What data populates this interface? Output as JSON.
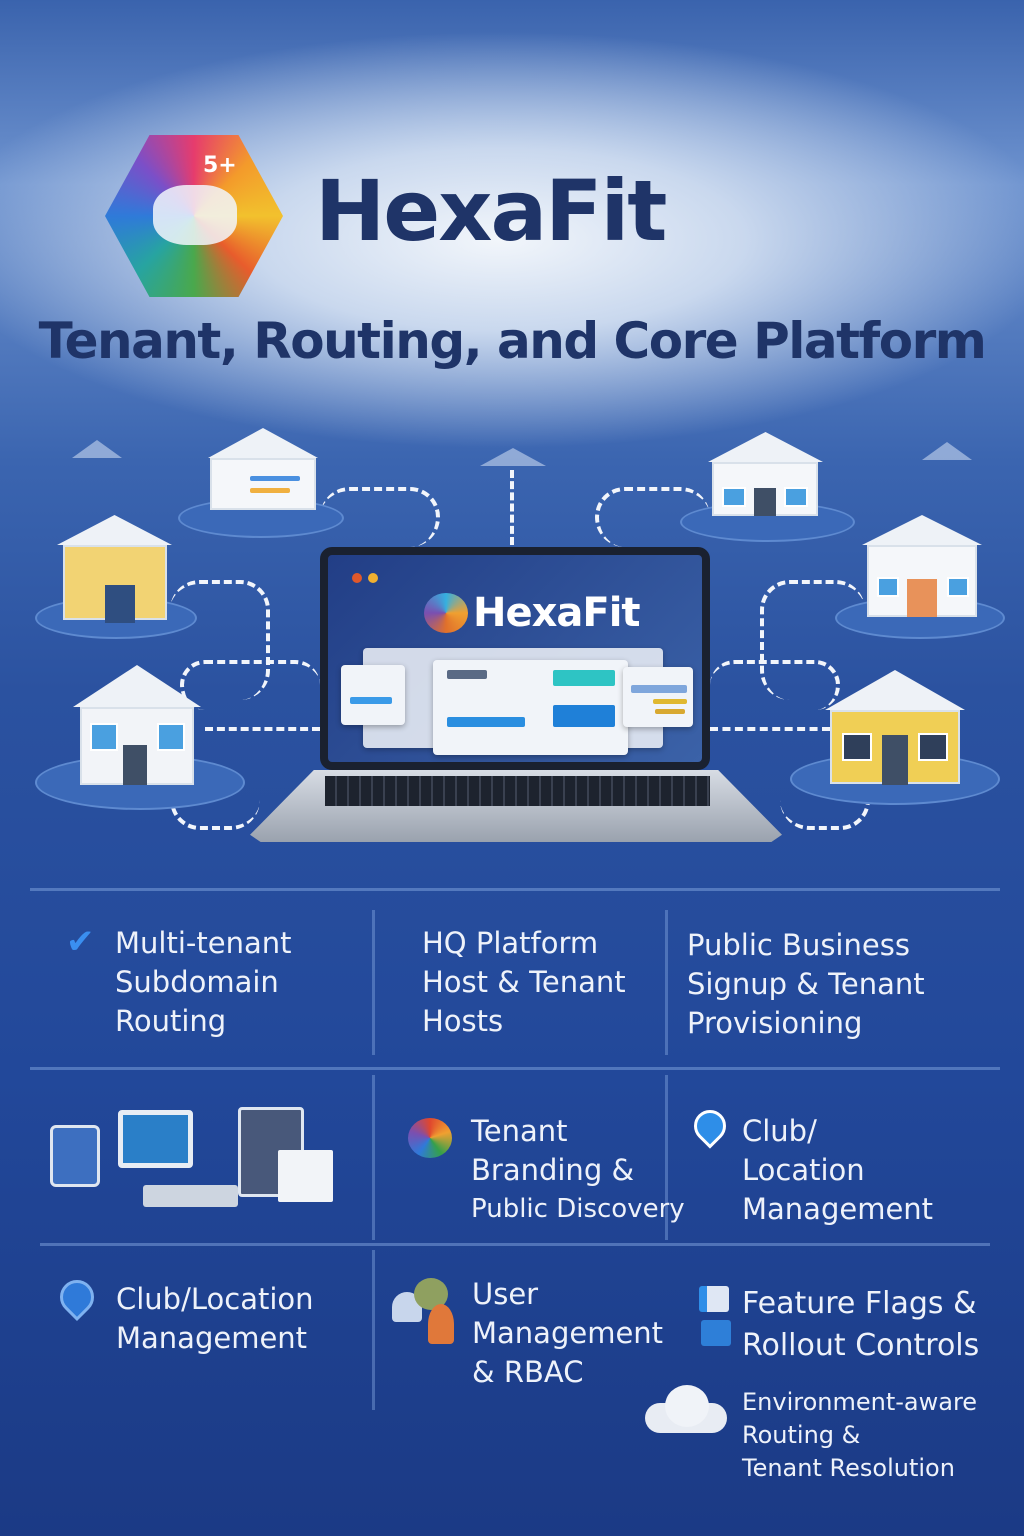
{
  "brand": {
    "name": "HexaFit",
    "logo_text": "5+"
  },
  "header": {
    "subtitle": "Tenant, Routing, and Core Platform"
  },
  "laptop": {
    "screen_title": "HexaFit"
  },
  "colors": {
    "title": "#1f3468",
    "background": "#22489a",
    "text": "#eef2fa",
    "check": "#3a8ff0"
  },
  "features": {
    "row1": [
      {
        "icon": "check-icon",
        "lines": [
          "Multi-tenant",
          "Subdomain",
          "Routing"
        ]
      },
      {
        "lines": [
          "HQ Platform",
          "Host & Tenant",
          "Hosts"
        ]
      },
      {
        "lines": [
          "Public Business",
          "Signup & Tenant",
          "Provisioning"
        ]
      }
    ],
    "row2": [
      {
        "icon": "devices-illustration"
      },
      {
        "icon": "palette-icon",
        "lines": [
          "Tenant",
          "Branding &",
          "Public Discovery"
        ]
      },
      {
        "icon": "location-pin-plus-icon",
        "lines": [
          "Club/",
          "Location",
          "Management"
        ]
      }
    ],
    "row3": [
      {
        "icon": "location-pin-icon",
        "lines": [
          "Club/Location",
          "Management"
        ]
      },
      {
        "icon": "users-icon",
        "lines": [
          "User",
          "Management",
          "& RBAC"
        ]
      },
      {
        "icon": "flag-icon",
        "lines": [
          "Feature Flags &",
          "Rollout Controls"
        ]
      },
      {
        "icon": "cloud-icon",
        "lines": [
          "Environment-aware",
          "Routing &",
          "Tenant Resolution"
        ]
      }
    ]
  }
}
